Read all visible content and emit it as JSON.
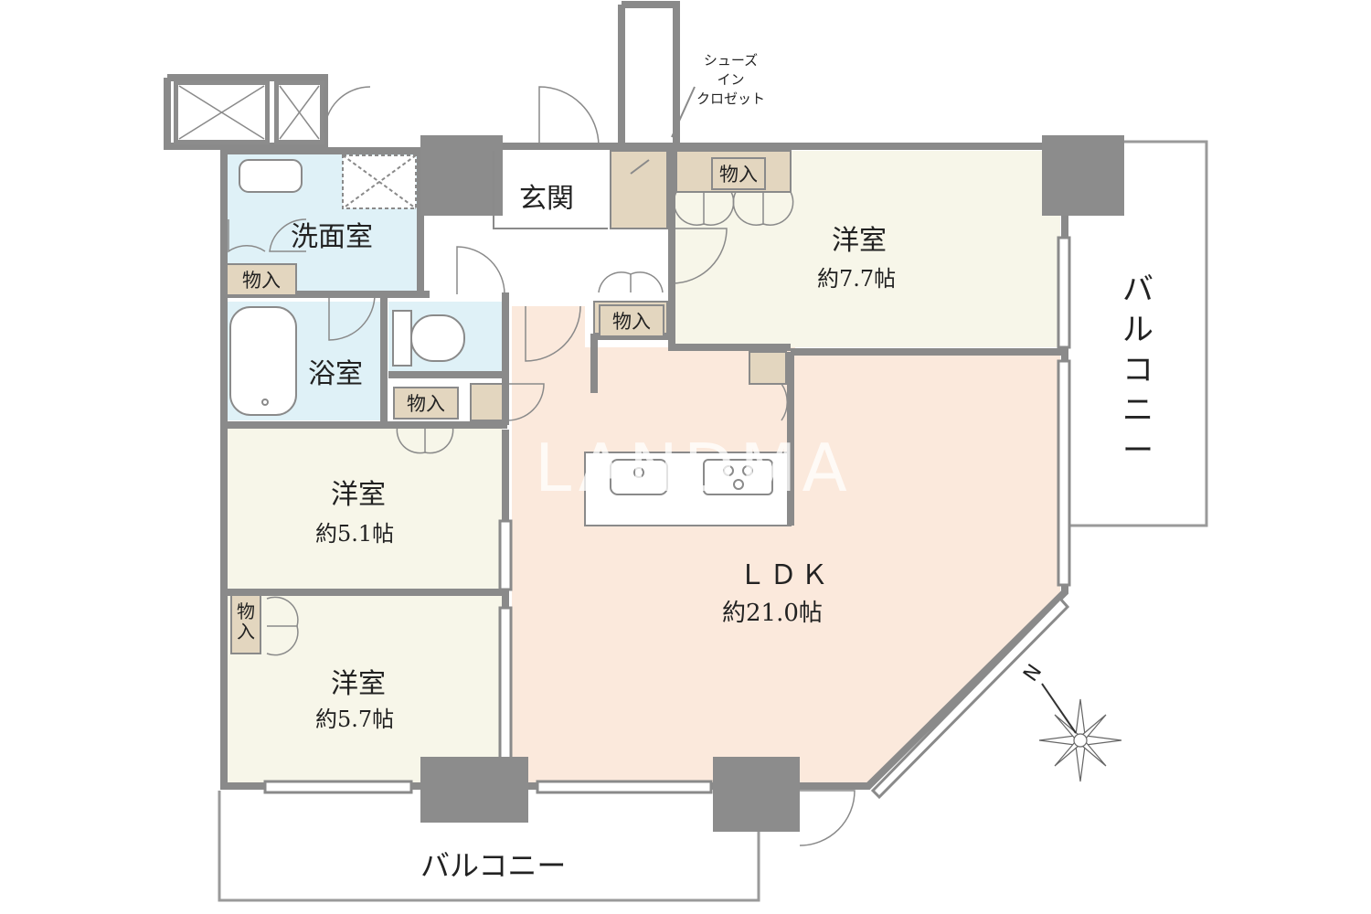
{
  "watermark": "LANDMA",
  "rooms": {
    "entrance": "玄関",
    "washroom": "洗面室",
    "bathroom": "浴室",
    "bedroom1": {
      "name": "洋室",
      "area": "約7.7帖"
    },
    "bedroom2": {
      "name": "洋室",
      "area": "約5.1帖"
    },
    "bedroom3": {
      "name": "洋室",
      "area": "約5.7帖"
    },
    "ldk": {
      "name": "ＬＤＫ",
      "area": "約21.0帖"
    }
  },
  "storage_label": "物入",
  "storage_label_vertical": [
    "物",
    "入"
  ],
  "shoes_closet": [
    "シューズ",
    "イン",
    "クロゼット"
  ],
  "balcony_bottom": "バルコニー",
  "balcony_right": [
    "バ",
    "ル",
    "コ",
    "ニ",
    "ー"
  ],
  "compass_label": "N",
  "colors": {
    "wall": "#8a8a8a",
    "pillar": "#8c8c8c",
    "ldk_floor": "#fbe9dc",
    "bedroom_floor": "#f7f6e9",
    "wet_area_floor": "#dff1f7",
    "storage_floor": "#e3d6bf",
    "hall_floor": "#ffffff"
  }
}
